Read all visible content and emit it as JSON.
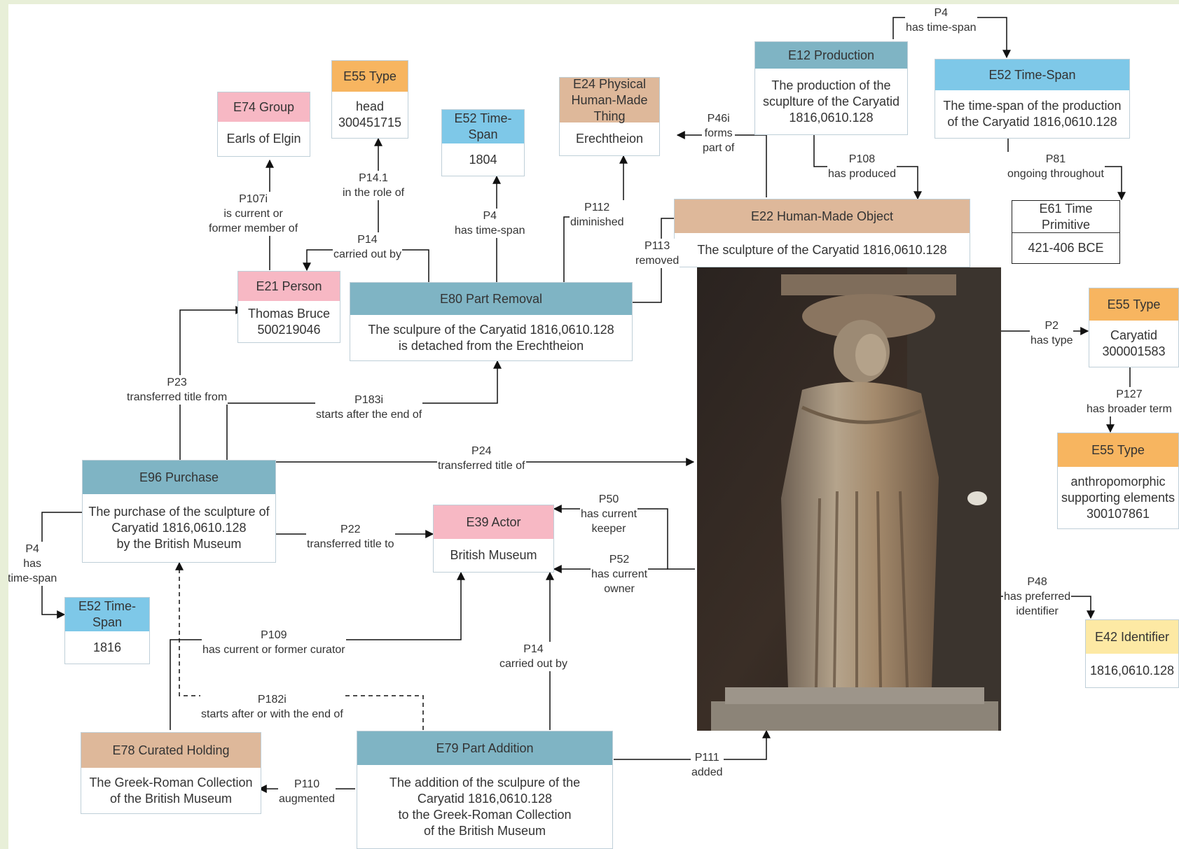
{
  "nodes": {
    "e74_group": {
      "title": "E74 Group",
      "body": "Earls of Elgin"
    },
    "e55_head": {
      "title": "E55 Type",
      "body": "head\n300451715"
    },
    "e52_1804": {
      "title": "E52 Time-\nSpan",
      "body": "1804"
    },
    "e24_thing": {
      "title": "E24 Physical\nHuman-Made\nThing",
      "body": "Erechtheion"
    },
    "e12_production": {
      "title": "E12 Production",
      "body": "The production of  the\nscuplture of the Caryatid\n1816,0610.128"
    },
    "e52_production": {
      "title": "E52 Time-Span",
      "body": "The time-span of the production\nof the Caryatid 1816,0610.128"
    },
    "e61_primitive": {
      "title": "E61 Time\nPrimitive",
      "body": "421-406 BCE"
    },
    "e22_object": {
      "title": "E22 Human-Made Object",
      "body": "The sculpture of the Caryatid 1816,0610.128"
    },
    "e21_person": {
      "title": "E21 Person",
      "body": "Thomas Bruce\n500219046"
    },
    "e80_removal": {
      "title": "E80 Part Removal",
      "body": "The sculpure of the Caryatid 1816,0610.128\nis detached from the Erechtheion"
    },
    "e55_caryatid": {
      "title": "E55 Type",
      "body": "Caryatid\n300001583"
    },
    "e55_anthro": {
      "title": "E55 Type",
      "body": "anthropomorphic\nsupporting elements\n300107861"
    },
    "e96_purchase": {
      "title": "E96 Purchase",
      "body": "The purchase of the sculpture of\nCaryatid 1816,0610.128\nby the British Museum"
    },
    "e39_actor": {
      "title": "E39 Actor",
      "body": "British Museum"
    },
    "e52_1816": {
      "title": "E52 Time-\nSpan",
      "body": "1816"
    },
    "e42_identifier": {
      "title": "E42 Identifier",
      "body": "1816,0610.128"
    },
    "e78_holding": {
      "title": "E78 Curated Holding",
      "body": "The Greek-Roman Collection\nof the British Museum"
    },
    "e79_addition": {
      "title": "E79 Part Addition",
      "body": "The addition of the sculpure of the\nCaryatid 1816,0610.128\nto the Greek-Roman Collection\nof the British Museum"
    }
  },
  "edges": {
    "p4_production": "P4\nhas time-span",
    "p108": "P108\nhas produced",
    "p81": "P81\nongoing throughout",
    "p46i": "P46i\nforms\npart of",
    "p112": "P112\ndiminished",
    "p113": "P113\nremoved",
    "p4_1804": "P4\nhas time-span",
    "p14_1": "P14.1\nin the role of",
    "p14_removal": "P14\ncarried out by",
    "p107i": "P107i\nis current or\nformer member of",
    "p23": "P23\ntransferred title from",
    "p183i": "P183i\nstarts after the end of",
    "p24": "P24\ntransferred title of",
    "p22": "P22\ntransferred title to",
    "p50": "P50\nhas current\nkeeper",
    "p52": "P52\nhas current\nowner",
    "p2": "P2\nhas type",
    "p127": "P127\nhas broader term",
    "p48": "P48\nhas preferred\nidentifier",
    "p4_1816": "P4\nhas\ntime-span",
    "p109": "P109\nhas current or former curator",
    "p14_addition": "P14\ncarried out by",
    "p182i": "P182i\nstarts after or with the end of",
    "p110": "P110\naugmented",
    "p111": "P111\nadded"
  },
  "colors": {
    "teal": "#7fb4c4",
    "blue": "#7ec8e8",
    "orange": "#f7b560",
    "pink": "#f7b8c4",
    "tan": "#deb89a",
    "yellow": "#fde9a4"
  },
  "image": {
    "subject": "caryatid-statue"
  }
}
